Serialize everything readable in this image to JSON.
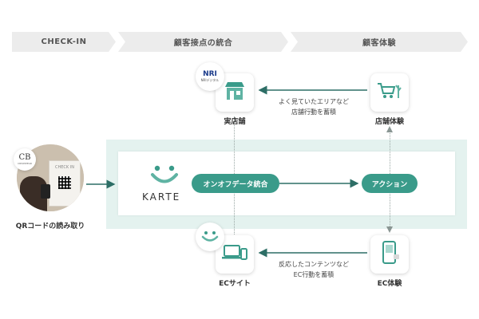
{
  "stages": [
    "CHECK-IN",
    "顧客接点の統合",
    "顧客体験"
  ],
  "nodes": {
    "store": {
      "label": "実店舗",
      "icon": "storefront-icon"
    },
    "store_experience": {
      "label": "店舗体験",
      "icon": "shopping-cart-icon"
    },
    "ec_site": {
      "label": "ECサイト",
      "icon": "laptop-phone-icon"
    },
    "ec_experience": {
      "label": "EC体験",
      "icon": "smartphone-icon"
    }
  },
  "notes": {
    "top": [
      "よく見ていたエリアなど",
      "店舗行動を蓄積"
    ],
    "bottom": [
      "反応したコンテンツなど",
      "EC行動を蓄積"
    ]
  },
  "checkin": {
    "label": "QRコードの読み取り",
    "badge_text": "CHECK IN",
    "logo": "CB",
    "logo_sub": "CRISPWEAR"
  },
  "platform": {
    "name": "KARTE"
  },
  "pills": {
    "integrate": "オンオフデータ統合",
    "action": "アクション"
  },
  "nri_badge": {
    "logo": "NRI",
    "sub": "NRIデジタル"
  },
  "colors": {
    "accent": "#3a9b8a",
    "arrow": "#2d6e66",
    "band": "#e4f2ef",
    "stage": "#ececec"
  }
}
